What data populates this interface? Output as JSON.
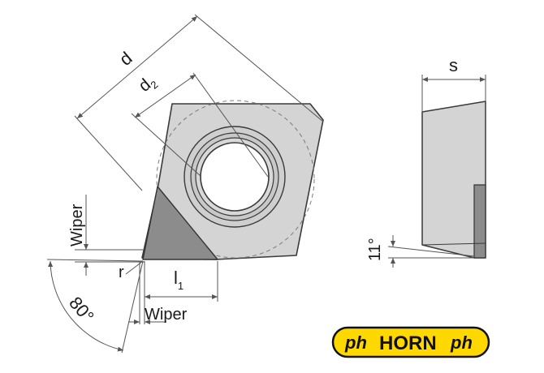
{
  "labels": {
    "d": "d",
    "d2": "d",
    "d2_sub": "2",
    "s": "s",
    "wiper_vertical": "Wiper",
    "wiper_horizontal": "Wiper",
    "r": "r",
    "l1": "l",
    "l1_sub": "1",
    "angle_80": "80°",
    "angle_11": "11°"
  },
  "logo": {
    "left_mark": "ph",
    "brand": "HORN",
    "right_mark": "ph",
    "background": "#ffd800",
    "border": "#111111"
  },
  "colors": {
    "insert_fill": "#d4d4d4",
    "insert_edge": "#3a3a3a",
    "tip_fill": "#8c8c8c",
    "dim_line": "#555555"
  }
}
